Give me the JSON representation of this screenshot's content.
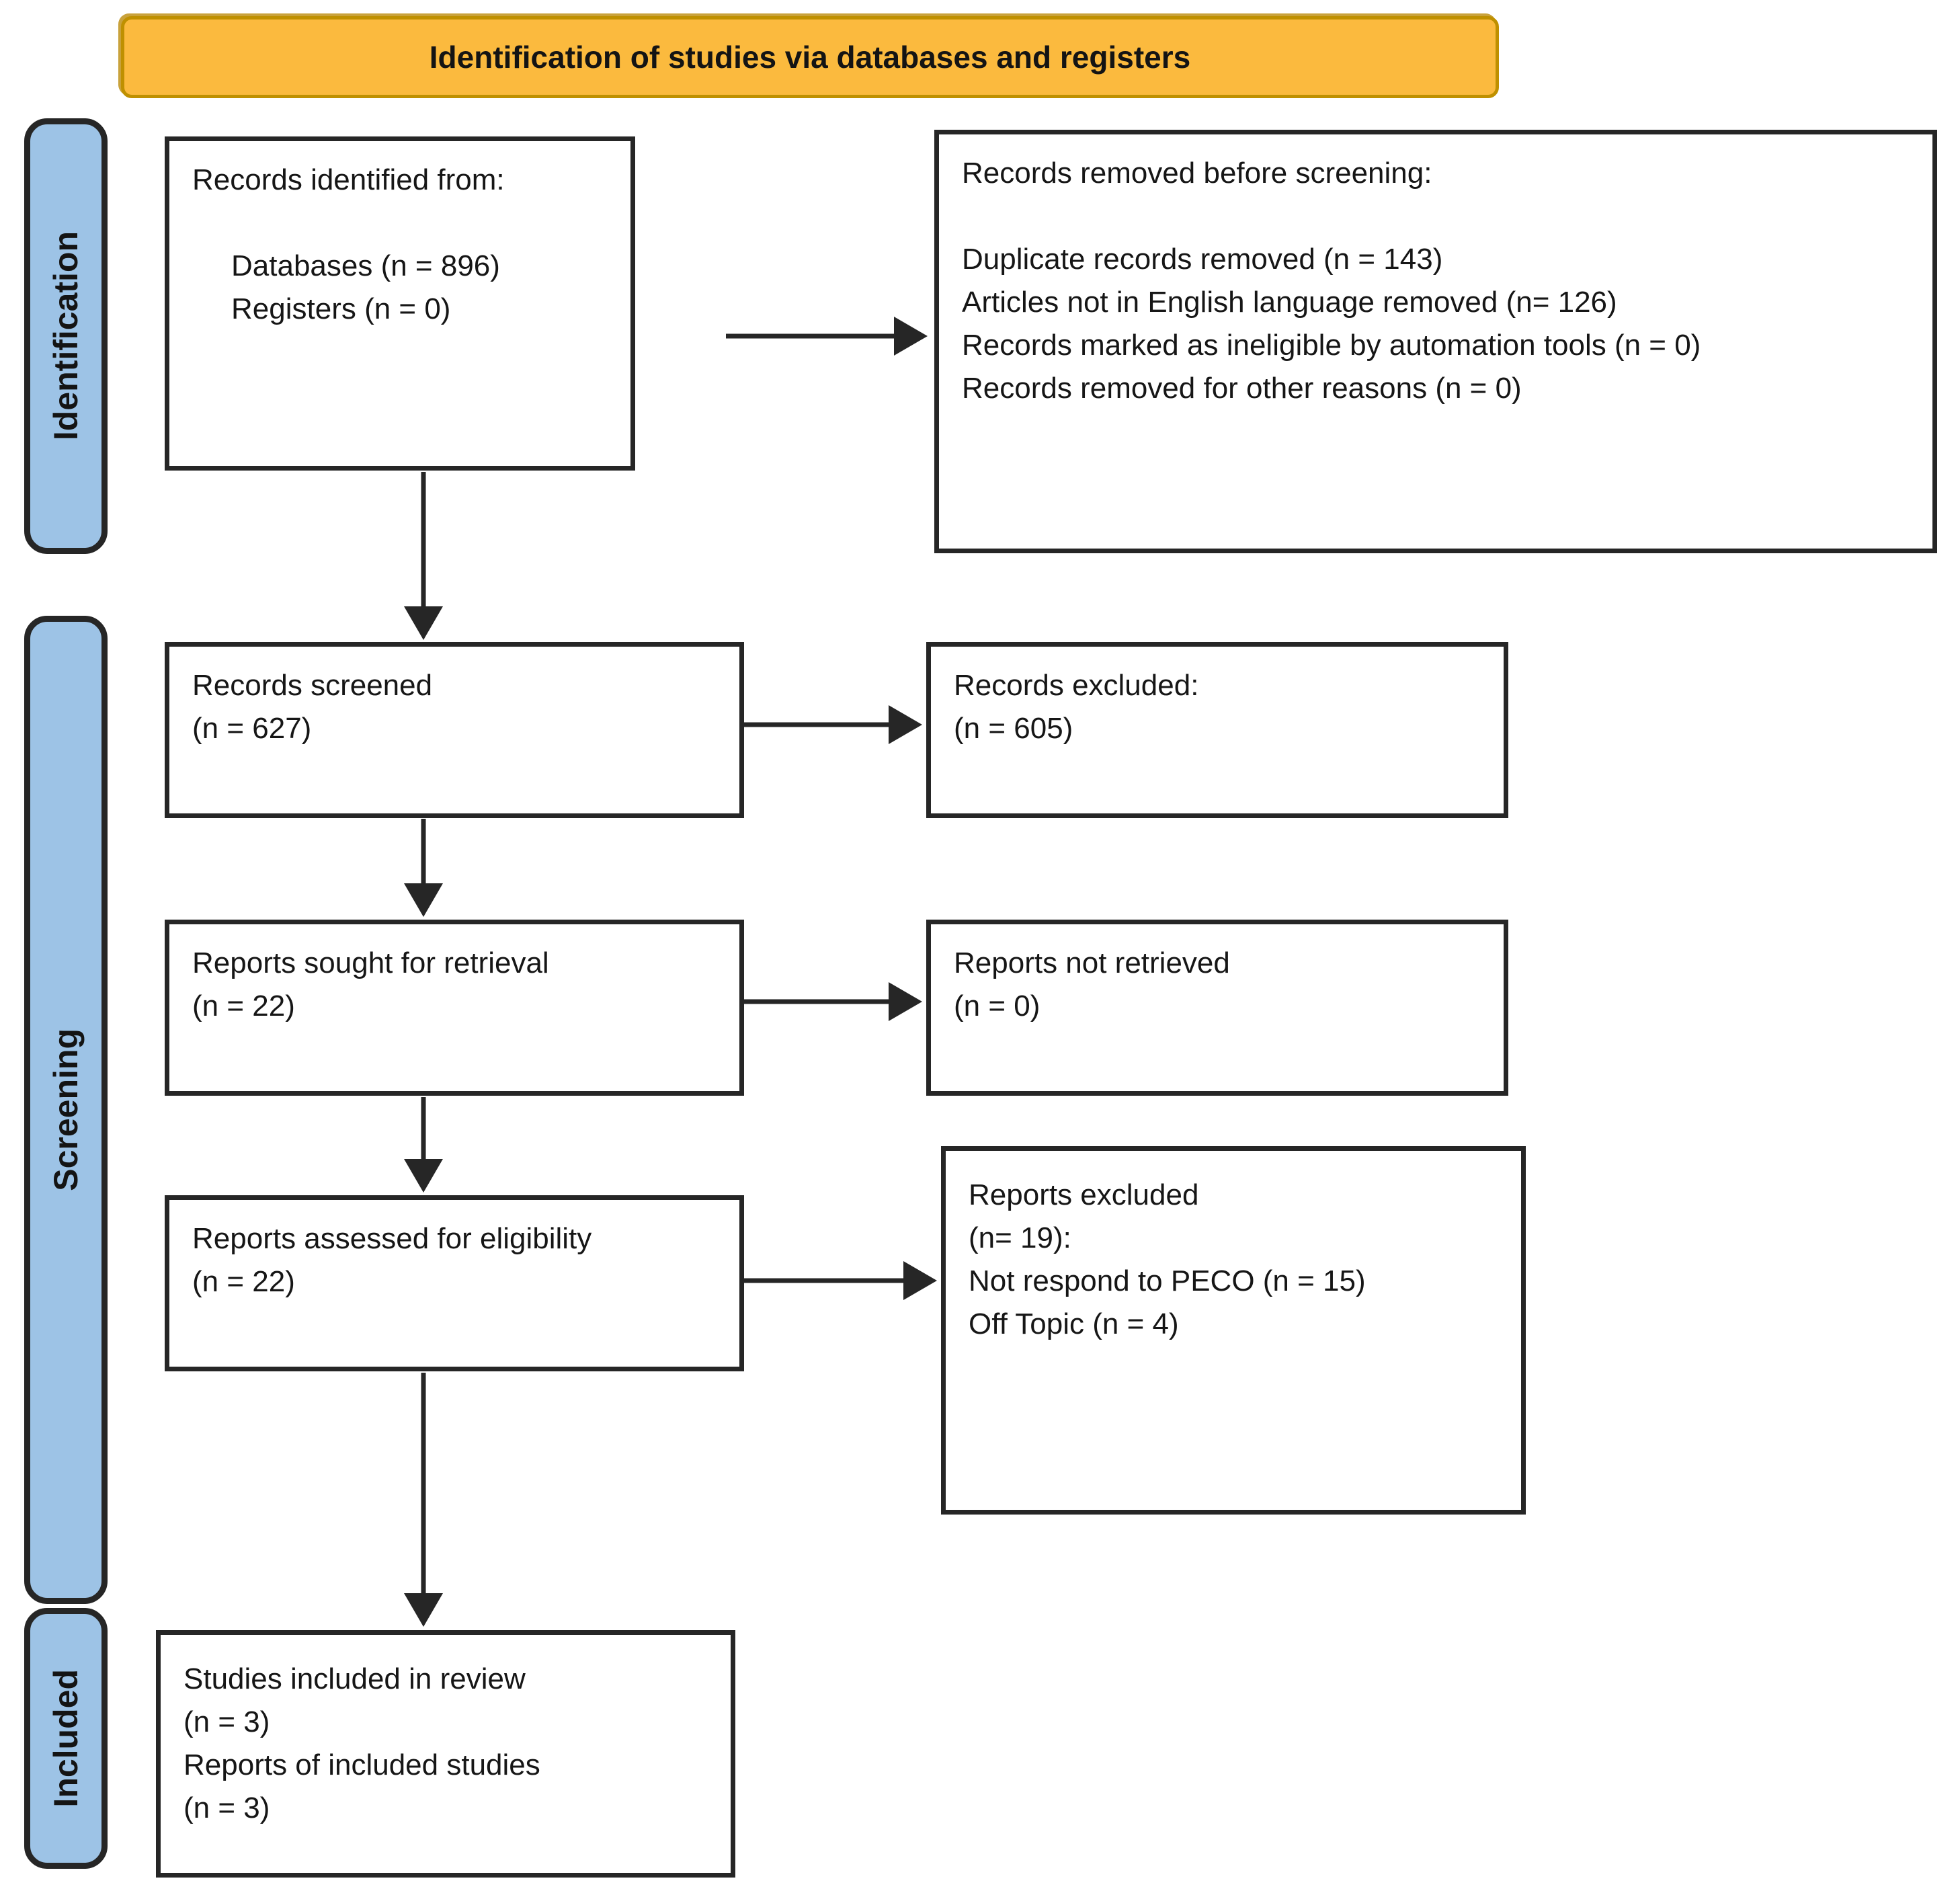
{
  "colors": {
    "banner_bg": "#FBBA3E",
    "banner_border": "#BF9000",
    "phase_bg": "#9DC3E6",
    "line_color": "#262626",
    "box_bg": "#FFFFFF",
    "text": "#161616"
  },
  "header": {
    "title": "Identification of studies via databases and registers"
  },
  "sidebar": {
    "identification": "Identification",
    "screening": "Screening",
    "included": "Included"
  },
  "boxes": {
    "records_identified": {
      "lines": [
        "Records identified from:",
        "",
        "Databases (n = 896)",
        "Registers (n = 0)"
      ]
    },
    "records_removed": {
      "lines": [
        "Records removed before screening:",
        "",
        "Duplicate records removed (n = 143)",
        "Articles not in English language removed (n= 126)",
        "Records marked as ineligible by automation tools (n = 0)",
        "Records removed for other reasons (n = 0)"
      ]
    },
    "records_screened": {
      "lines": [
        "Records screened",
        "(n = 627)"
      ]
    },
    "records_excluded": {
      "lines": [
        "Records excluded:",
        "(n = 605)"
      ]
    },
    "reports_sought": {
      "lines": [
        "Reports sought for retrieval",
        "(n = 22)"
      ]
    },
    "reports_not_retrieved": {
      "lines": [
        "Reports not retrieved",
        "(n = 0)"
      ]
    },
    "reports_assessed": {
      "lines": [
        "Reports assessed for eligibility",
        "(n = 22)"
      ]
    },
    "reports_excluded": {
      "lines": [
        "Reports excluded",
        "(n= 19):",
        "Not respond to PECO (n = 15)",
        "Off Topic (n = 4)"
      ]
    },
    "studies_included": {
      "lines": [
        "Studies included in review",
        "(n = 3)",
        "Reports of included studies",
        "(n = 3)"
      ]
    }
  }
}
